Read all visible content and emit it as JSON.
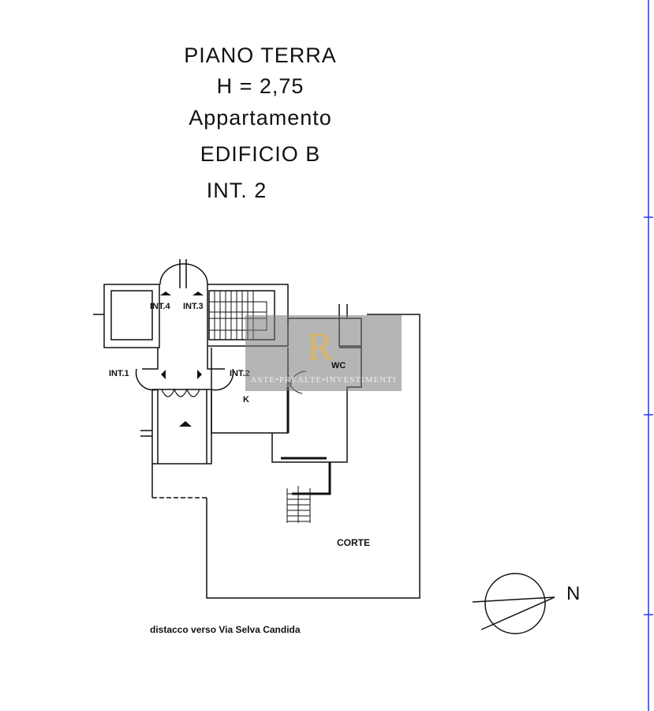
{
  "header": {
    "floor": "PIANO TERRA",
    "height": "H = 2,75",
    "type": "Appartamento",
    "building": "EDIFICIO B",
    "unit": "INT. 2"
  },
  "plan_labels": {
    "int4": "INT.4",
    "int3": "INT.3",
    "int1": "INT.1",
    "int2": "INT.2",
    "wc": "WC",
    "kitchen": "K",
    "courtyard": "CORTE",
    "north": "N",
    "street_note": "distacco verso Via Selva Candida"
  },
  "watermark": {
    "logo": "R",
    "text": "ASTE•PREALTE•INVESTIMENTI"
  },
  "colors": {
    "lines": "#111111",
    "margin_line": "#2233ff",
    "watermark_gold": "#d8b66a"
  }
}
